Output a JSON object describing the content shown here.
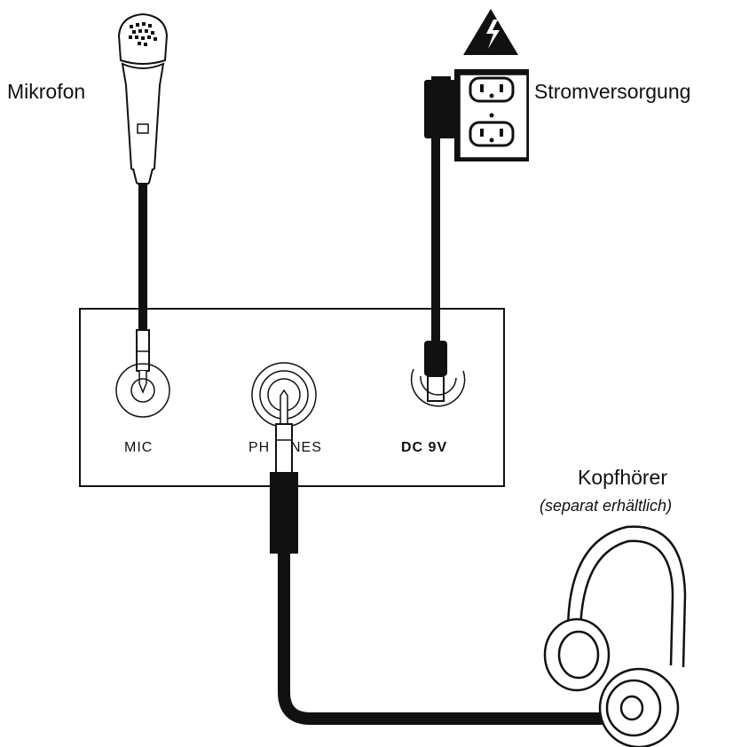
{
  "labels": {
    "microphone": "Mikrofon",
    "power": "Stromversorgung",
    "headphones": "Kopfhörer",
    "headphones_note": "(separat erhältlich)"
  },
  "ports": {
    "mic": "MIC",
    "phones_left": "PH",
    "phones_right": "NES",
    "dc": "DC 9V"
  },
  "icons": {
    "warning": "high-voltage-warning-icon",
    "outlet": "wall-outlet-icon",
    "microphone": "microphone-icon",
    "adapter": "power-adapter-icon",
    "headphones": "headphones-icon"
  },
  "colors": {
    "line": "#111111",
    "background": "#ffffff"
  }
}
